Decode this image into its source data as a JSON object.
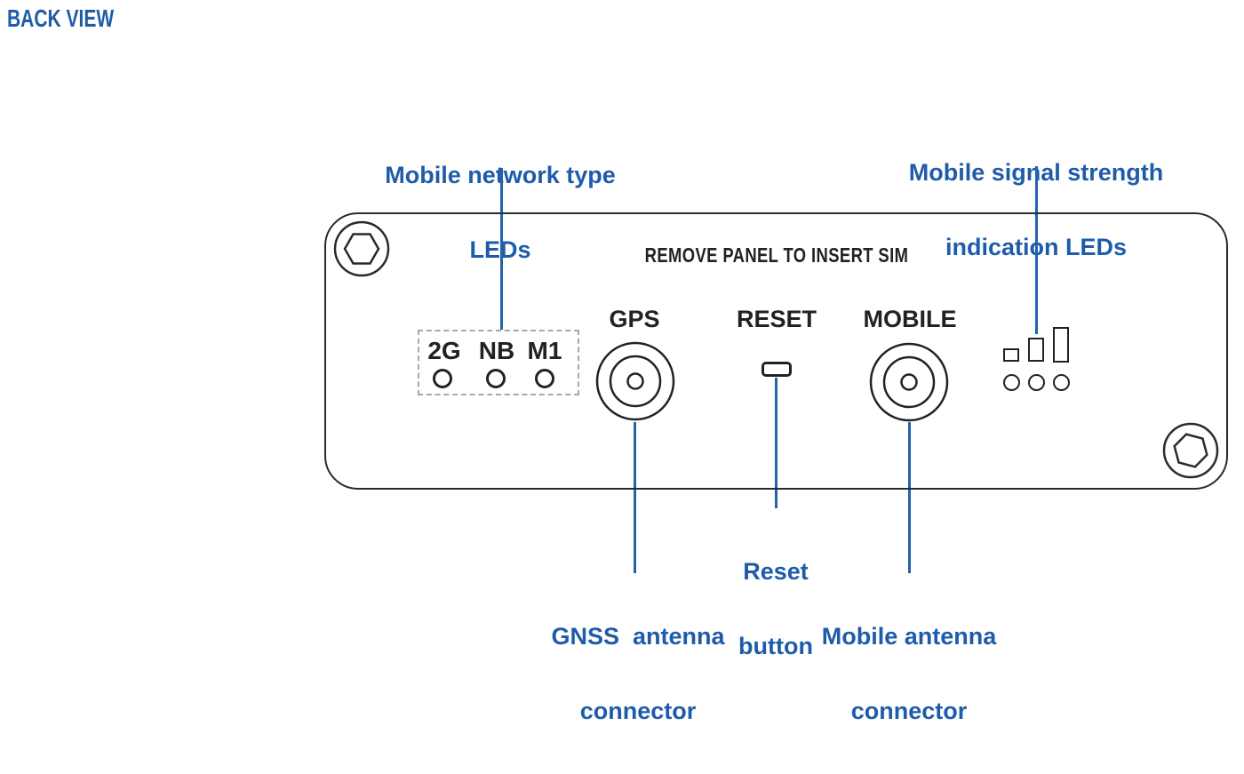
{
  "page": {
    "title": "BACK VIEW"
  },
  "colors": {
    "title_blue": "#1d5ca7",
    "label_blue": "#1e5caa",
    "leader_blue": "#2263ab",
    "outline_ink": "#2b2a2a",
    "text_ink": "#242122",
    "dashed_gray": "#a8a8a8"
  },
  "device": {
    "sim_notice": "REMOVE PANEL TO INSERT SIM",
    "port_labels": {
      "gps": "GPS",
      "reset": "RESET",
      "mobile": "MOBILE"
    },
    "network_type_leds": [
      "2G",
      "NB",
      "M1"
    ],
    "signal_bar_count": 3,
    "signal_led_count": 3,
    "screw_count": 2
  },
  "callouts": {
    "network_type": [
      "Mobile network type",
      "LEDs"
    ],
    "signal_strength": [
      "Mobile signal strength",
      "indication LEDs"
    ],
    "reset_button": [
      "Reset",
      "button"
    ],
    "gnss_connector": [
      "GNSS  antenna",
      "connector"
    ],
    "mobile_connector": [
      "Mobile antenna",
      "connector"
    ]
  }
}
